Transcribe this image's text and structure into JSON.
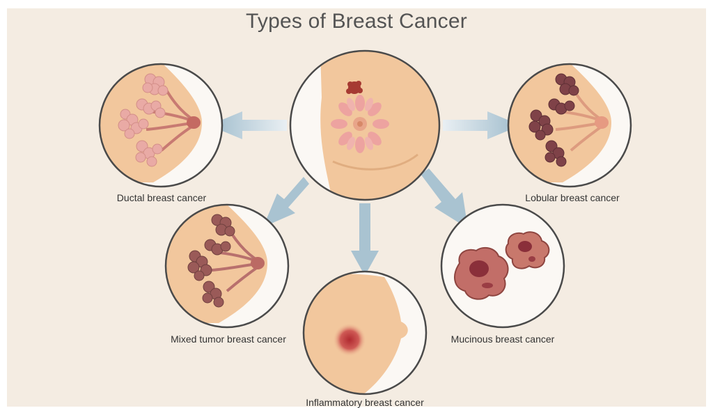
{
  "title": "Types of Breast Cancer",
  "labels": {
    "ductal": "Ductal breast cancer",
    "lobular": "Lobular breast cancer",
    "mixed": "Mixed tumor breast cancer",
    "mucinous": "Mucinous breast cancer",
    "inflammatory": "Inflammatory breast cancer"
  },
  "colors": {
    "background": "#f4ece2",
    "skin": "#f2c79d",
    "circle_fill": "#fbf8f4",
    "outline": "#4a4a4a",
    "arrow": "#b9cfdb",
    "lobule_light": "#e8a9a4",
    "lobule_dark": "#8a4a4e",
    "tumor": "#b04a4a"
  }
}
